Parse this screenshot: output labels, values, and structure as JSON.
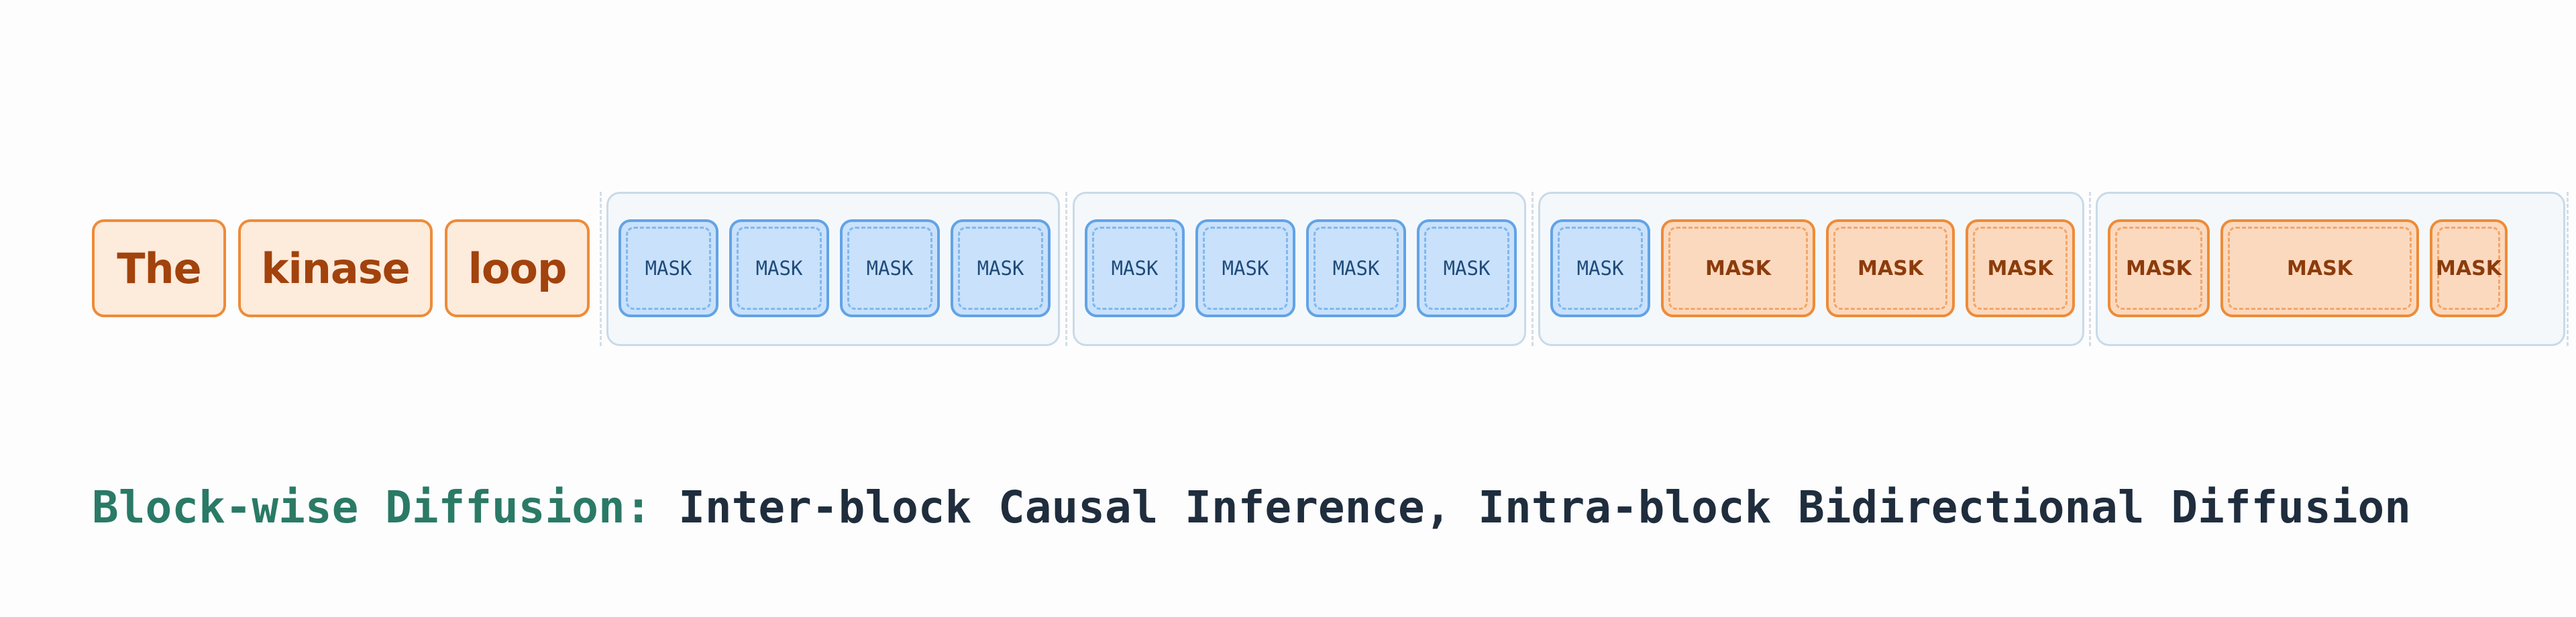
{
  "prompt_tokens": [
    "The",
    "kinase",
    "loop"
  ],
  "mask_label": "MASK",
  "caption": {
    "highlight": "Block-wise Diffusion:",
    "rest": " Inter-block Causal Inference, Intra-block Bidirectional Diffusion"
  },
  "colors": {
    "prompt_border": "#ee8b38",
    "prompt_fill": "#fdebdc",
    "mask_pending_fill": "#c9e1fb",
    "mask_pending_border": "#62a3e6",
    "mask_active_fill": "#fbd9bf",
    "mask_active_border": "#ee8b38",
    "caption_highlight": "#2a7a66",
    "caption_text": "#1f2d3d"
  }
}
